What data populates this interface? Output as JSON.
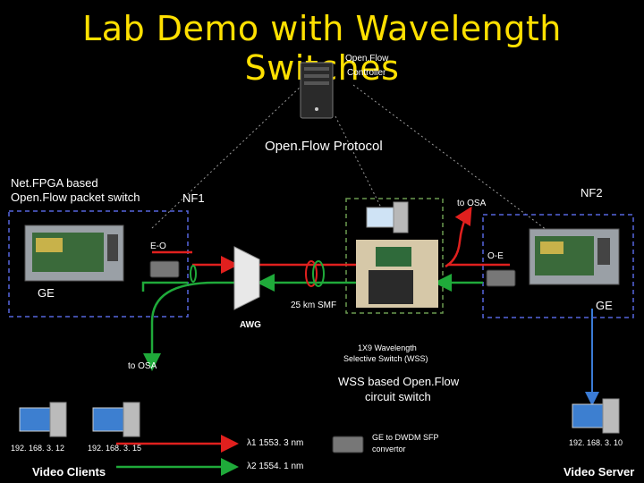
{
  "title": "Lab Demo with Wavelength Switches",
  "controller": {
    "line1": "Open.Flow",
    "line2": "Controller"
  },
  "protocol_label": "Open.Flow Protocol",
  "netfpga": {
    "line1": "Net.FPGA based",
    "line2": "Open.Flow packet switch"
  },
  "nf1": "NF1",
  "nf2": "NF2",
  "to_osa_top": "to OSA",
  "to_osa_left": "to OSA",
  "eo": "E-O",
  "oe": "O-E",
  "ge_left": "GE",
  "ge_right": "GE",
  "smf": "25 km SMF",
  "awg": "AWG",
  "wss_label": {
    "line1": "1X9 Wavelength",
    "line2": "Selective Switch (WSS)"
  },
  "wss_switch": {
    "line1": "WSS based Open.Flow",
    "line2": "circuit switch"
  },
  "ip1": "192. 168. 3. 12",
  "ip2": "192. 168. 3. 15",
  "ip3": "192. 168. 3. 10",
  "video_clients": "Video Clients",
  "video_server": "Video Server",
  "lambda1": "λ1 1553. 3 nm",
  "lambda2": "λ2 1554. 1 nm",
  "sfp": {
    "line1": "GE to DWDM SFP",
    "line2": "convertor"
  },
  "colors": {
    "title": "#ffe000",
    "red": "#e0201e",
    "green": "#1faa3a",
    "dash_blue": "#5566dd",
    "dash_green": "#6a9a50"
  }
}
